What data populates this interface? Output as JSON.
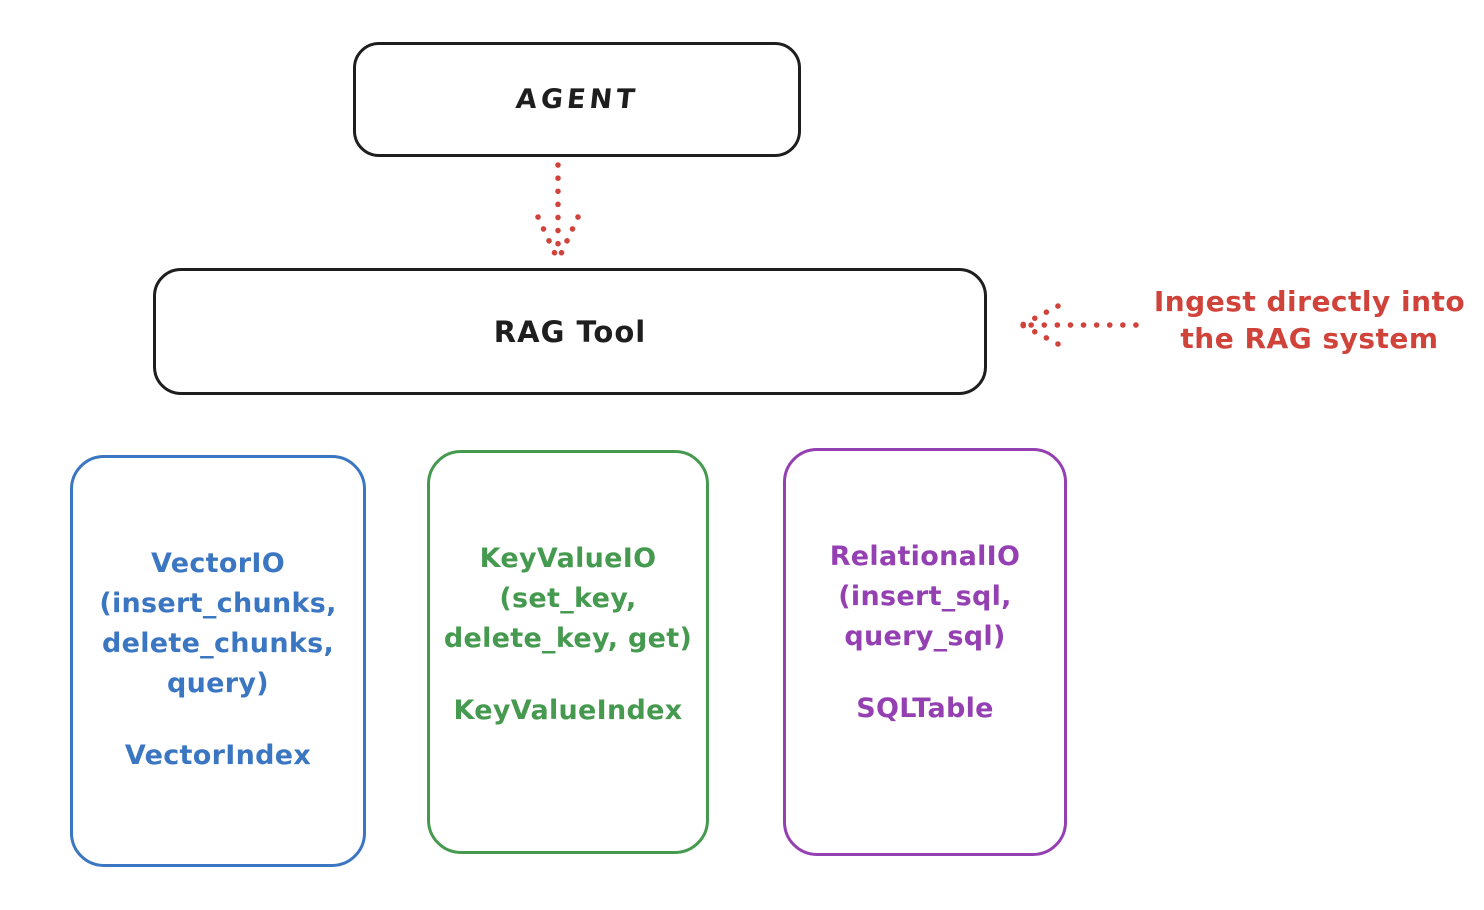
{
  "diagram": {
    "title_hint": "RAG Tool architecture sketch",
    "colors": {
      "ink": "#1e1e1e",
      "red": "#d0433b",
      "blue": "#3b76c2",
      "green": "#469a50",
      "purple": "#9440b3"
    },
    "agent": {
      "label": "AGENT"
    },
    "rag_tool": {
      "label": "RAG Tool"
    },
    "annotation": {
      "line1": "Ingest directly into",
      "line2": "the RAG system",
      "color": "#d0433b"
    },
    "arrows": [
      {
        "name": "agent-to-rag-tool",
        "style": "dotted",
        "direction": "down",
        "color": "#d0433b"
      },
      {
        "name": "annotation-to-rag-tool",
        "style": "dotted",
        "direction": "left",
        "color": "#d0433b"
      }
    ],
    "stores": [
      {
        "id": "vector-io",
        "color": "#3b76c2",
        "lines": [
          "VectorIO",
          "(insert_chunks,",
          "delete_chunks,",
          "query)"
        ],
        "index_label": "VectorIndex"
      },
      {
        "id": "keyvalue-io",
        "color": "#469a50",
        "lines": [
          "KeyValueIO",
          "(set_key,",
          "delete_key, get)"
        ],
        "index_label": "KeyValueIndex"
      },
      {
        "id": "relational-io",
        "color": "#9440b3",
        "lines": [
          "RelationalIO",
          "(insert_sql,",
          "query_sql)"
        ],
        "index_label": "SQLTable"
      }
    ]
  }
}
